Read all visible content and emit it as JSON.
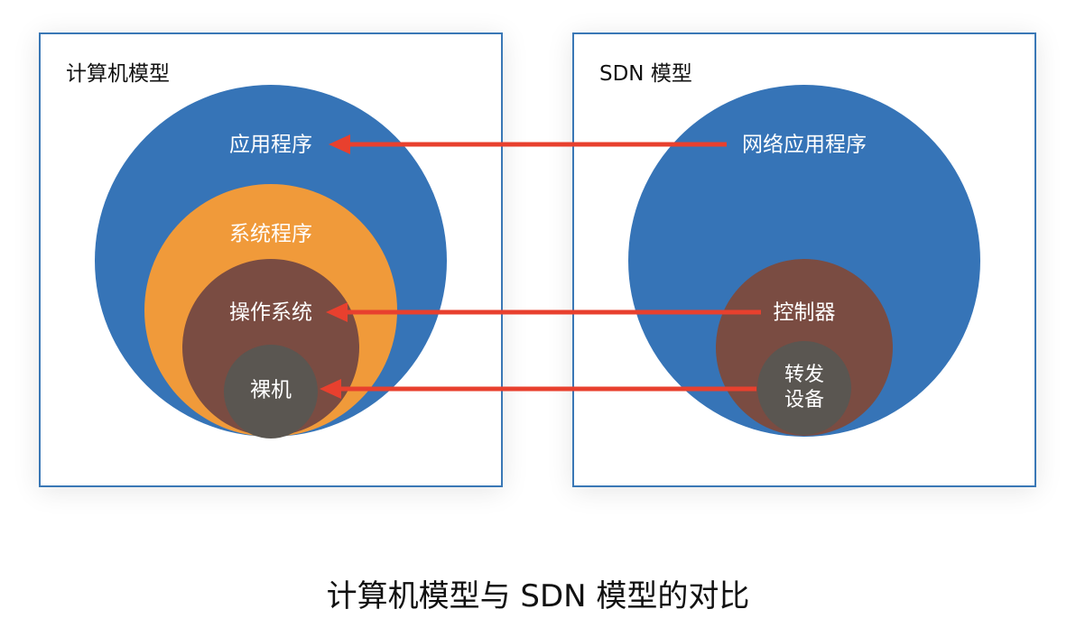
{
  "left_panel": {
    "title": "计算机模型",
    "layers": {
      "outer": "应用程序",
      "second": "系统程序",
      "third": "操作系统",
      "inner": "裸机"
    }
  },
  "right_panel": {
    "title": "SDN 模型",
    "layers": {
      "outer": "网络应用程序",
      "middle": "控制器",
      "inner_line1": "转发",
      "inner_line2": "设备"
    }
  },
  "caption": "计算机模型与 SDN 模型的对比",
  "colors": {
    "panel_border": "#3a78b6",
    "blue": "#3674b7",
    "orange": "#f09a3a",
    "brown": "#7a4c42",
    "gray": "#5a5651",
    "arrow": "#e8402e",
    "label": "#ffffff"
  }
}
